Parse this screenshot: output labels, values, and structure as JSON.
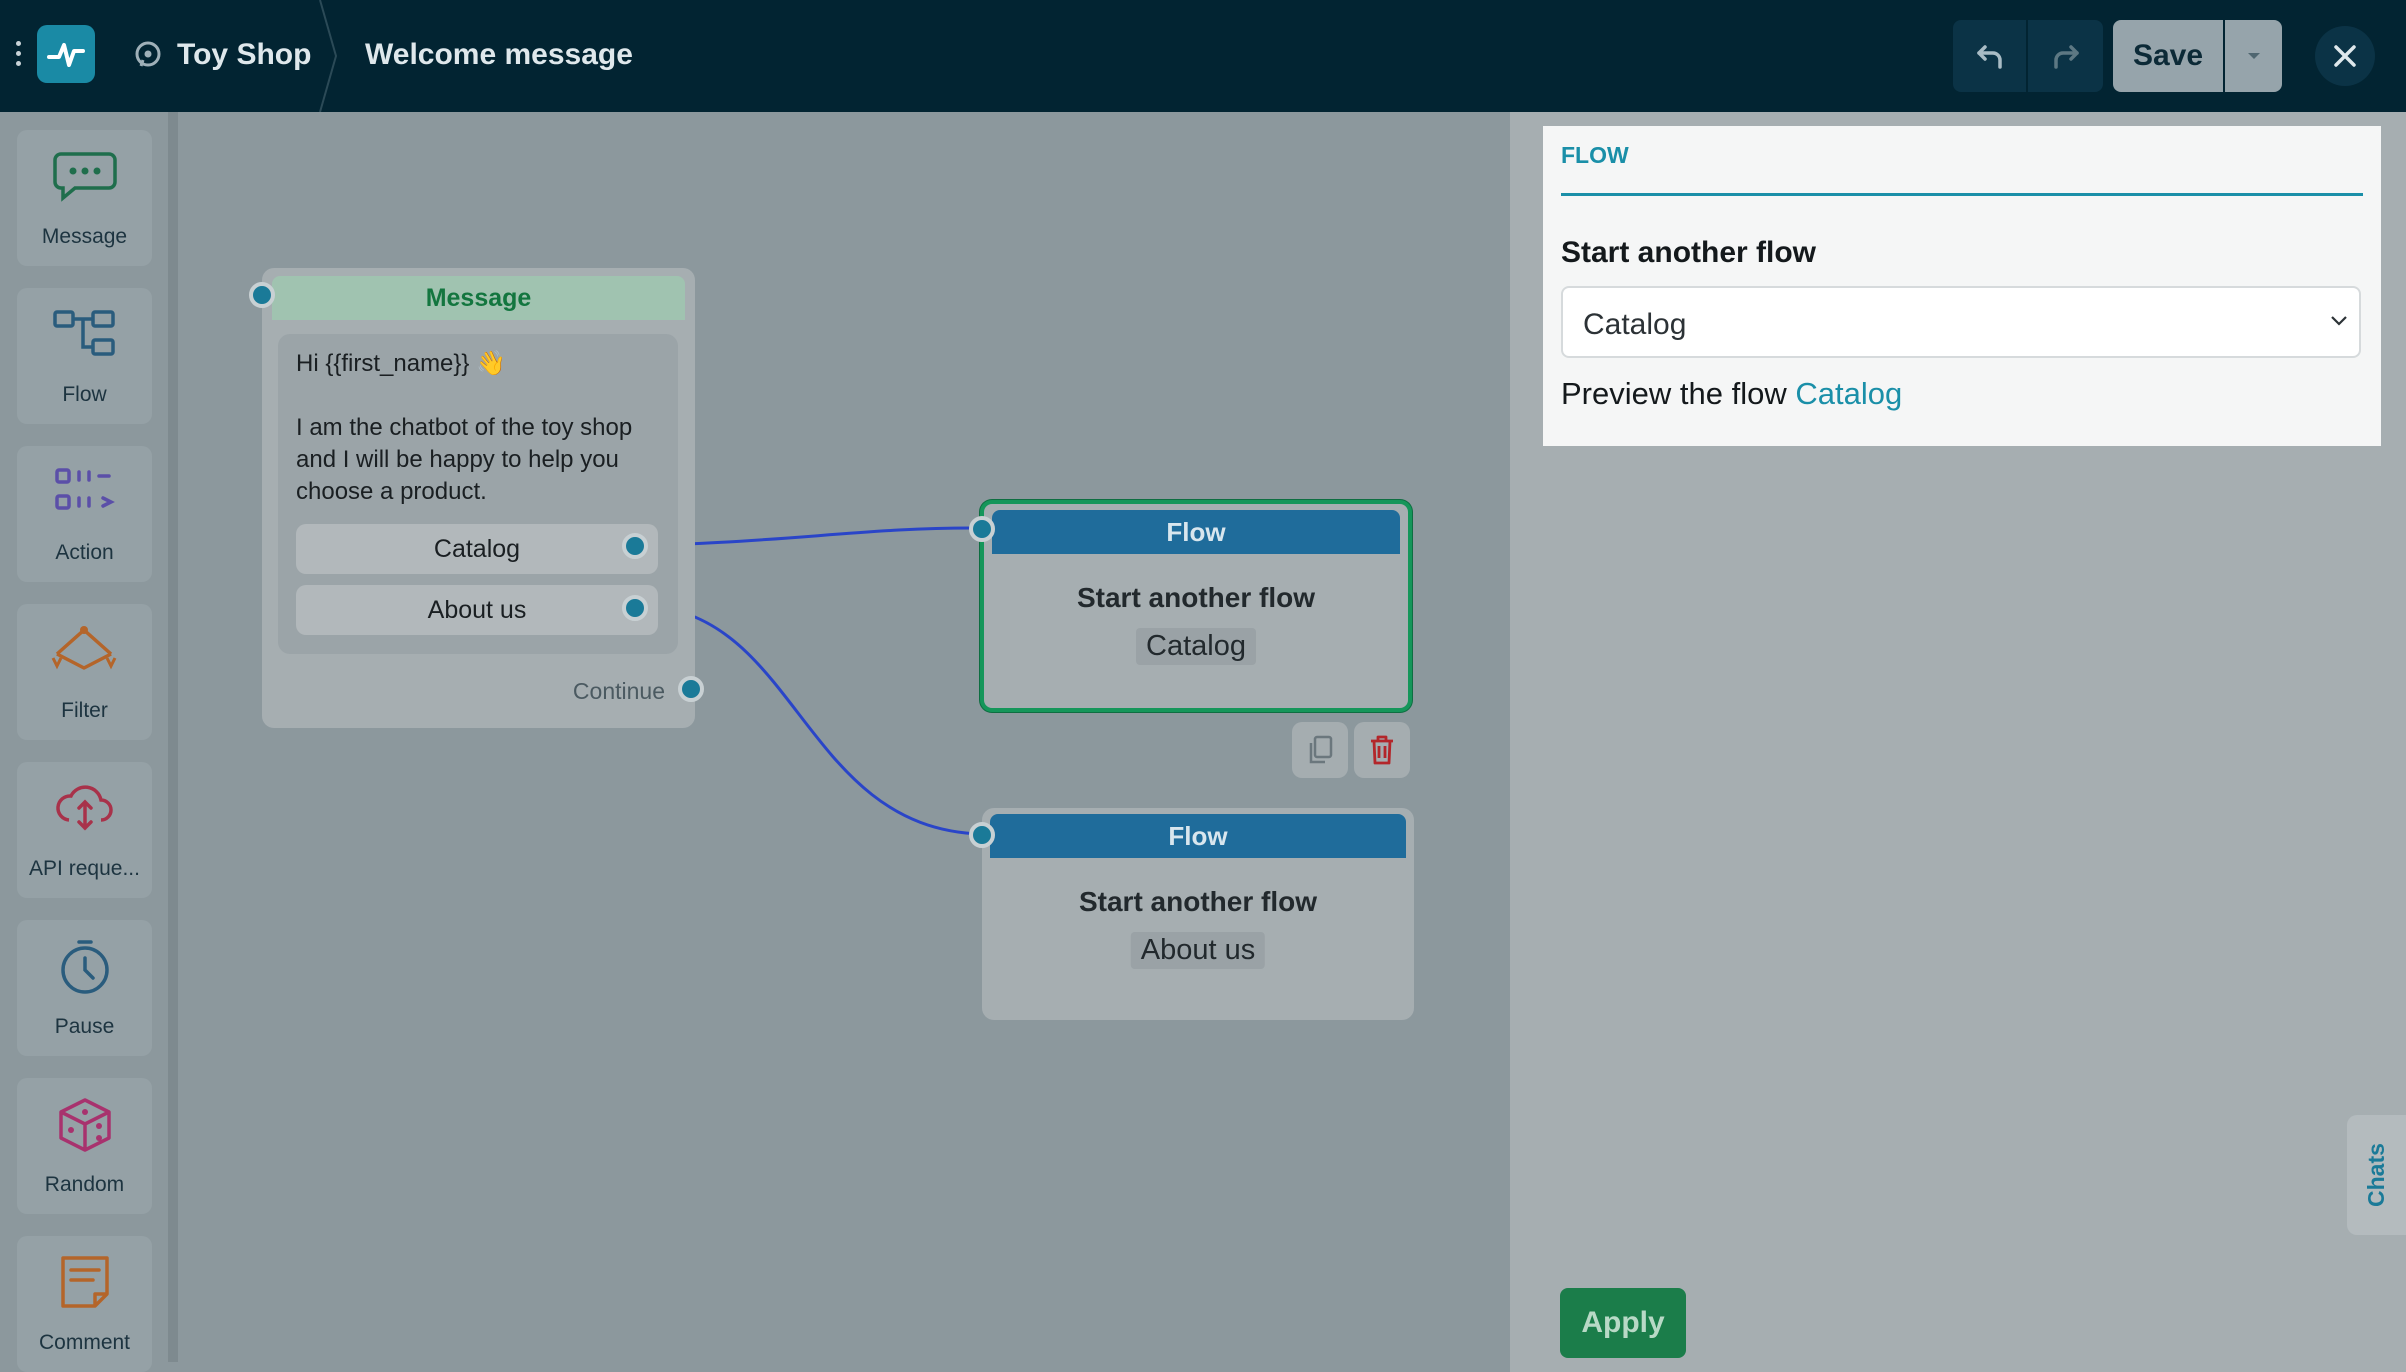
{
  "header": {
    "bot_name": "Toy Shop",
    "flow_name": "Welcome message",
    "save_label": "Save"
  },
  "toolbox": {
    "items": [
      {
        "label": "Message",
        "icon": "message-bubble-icon"
      },
      {
        "label": "Flow",
        "icon": "flow-icon"
      },
      {
        "label": "Action",
        "icon": "action-icon"
      },
      {
        "label": "Filter",
        "icon": "filter-icon"
      },
      {
        "label": "API reque...",
        "icon": "api-request-icon"
      },
      {
        "label": "Pause",
        "icon": "pause-clock-icon"
      },
      {
        "label": "Random",
        "icon": "dice-icon"
      },
      {
        "label": "Comment",
        "icon": "comment-icon"
      }
    ]
  },
  "canvas": {
    "message_node": {
      "title": "Message",
      "text": "Hi {{first_name}} 👋\n\nI am the chatbot of the toy shop and I will be happy to help you choose a product.",
      "buttons": [
        "Catalog",
        "About us"
      ],
      "continue_label": "Continue"
    },
    "flow_nodes": [
      {
        "title": "Flow",
        "action": "Start another flow",
        "target": "Catalog",
        "selected": true
      },
      {
        "title": "Flow",
        "action": "Start another flow",
        "target": "About us",
        "selected": false
      }
    ]
  },
  "panel": {
    "tab": "FLOW",
    "field_label": "Start another flow",
    "selected_flow": "Catalog",
    "preview_prefix": "Preview the flow",
    "preview_link": "Catalog",
    "apply_label": "Apply",
    "chats_tab": "Chats"
  },
  "colors": {
    "topbar": "#022432",
    "accent": "#1a8fa8",
    "message_green": "#13763f",
    "flow_blue": "#1f6c9b",
    "apply_green": "#1b7d4a",
    "wire_blue": "#2a45c8"
  }
}
